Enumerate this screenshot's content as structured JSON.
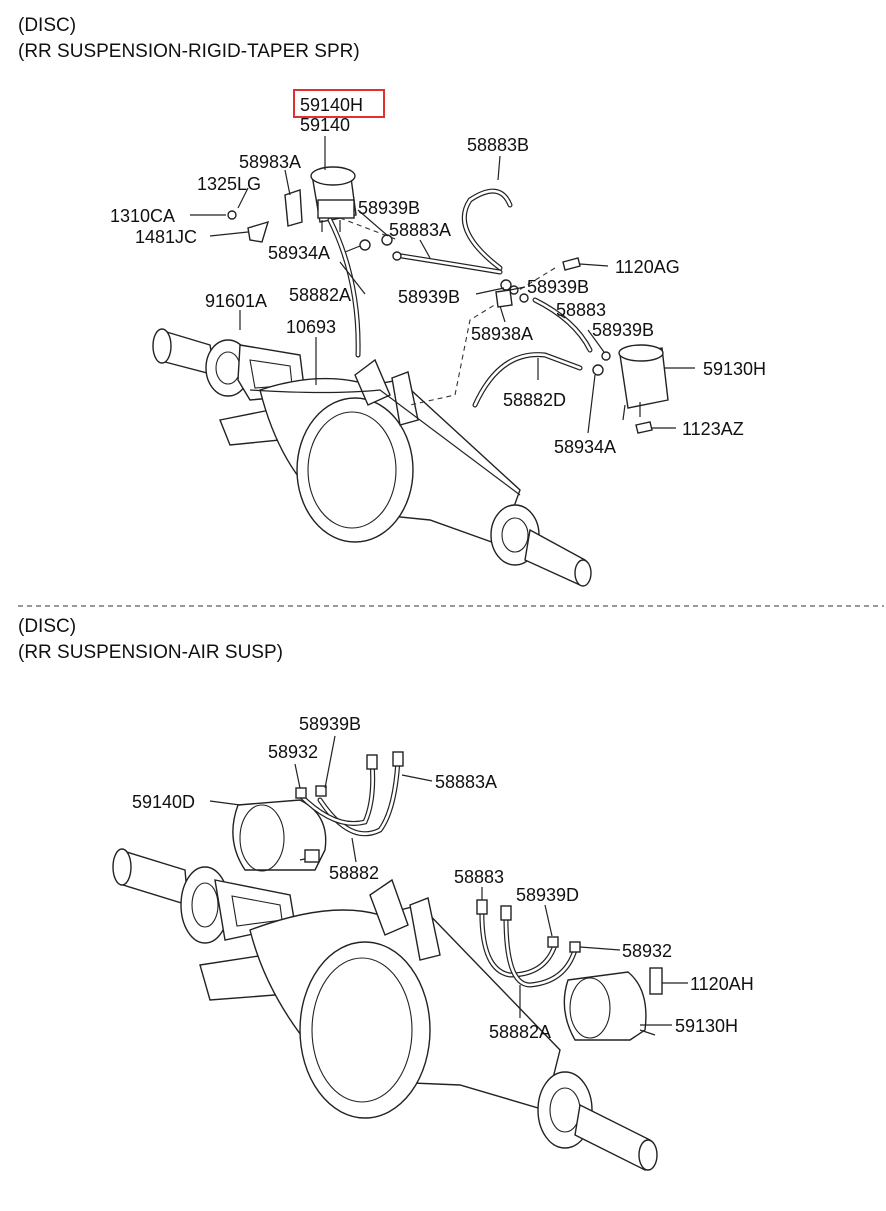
{
  "sections": [
    {
      "title_line1": "(DISC)",
      "title_line2": "(RR SUSPENSION-RIGID-TAPER SPR)",
      "parts": [
        {
          "code": "59140H",
          "highlighted": true
        },
        {
          "code": "59140"
        },
        {
          "code": "58883B"
        },
        {
          "code": "58983A"
        },
        {
          "code": "1325LG"
        },
        {
          "code": "1310CA"
        },
        {
          "code": "58939B"
        },
        {
          "code": "1481JC"
        },
        {
          "code": "58883A"
        },
        {
          "code": "58934A"
        },
        {
          "code": "1120AG"
        },
        {
          "code": "58882A"
        },
        {
          "code": "58939B"
        },
        {
          "code": "58939B"
        },
        {
          "code": "91601A"
        },
        {
          "code": "58938A"
        },
        {
          "code": "58883"
        },
        {
          "code": "10693"
        },
        {
          "code": "58939B"
        },
        {
          "code": "59130H"
        },
        {
          "code": "58882D"
        },
        {
          "code": "1123AZ"
        },
        {
          "code": "58934A"
        }
      ]
    },
    {
      "title_line1": "(DISC)",
      "title_line2": "(RR SUSPENSION-AIR SUSP)",
      "parts": [
        {
          "code": "58939B"
        },
        {
          "code": "58932"
        },
        {
          "code": "58883A"
        },
        {
          "code": "59140D"
        },
        {
          "code": "58882"
        },
        {
          "code": "58883"
        },
        {
          "code": "58939D"
        },
        {
          "code": "58932"
        },
        {
          "code": "1120AH"
        },
        {
          "code": "58882A"
        },
        {
          "code": "59130H"
        }
      ]
    }
  ],
  "colors": {
    "highlight": "#e03030",
    "ink": "#111111"
  }
}
